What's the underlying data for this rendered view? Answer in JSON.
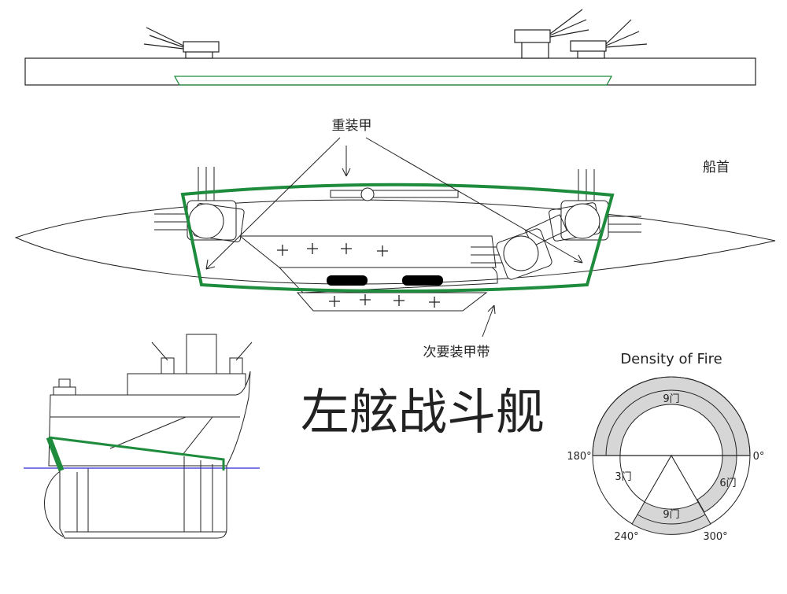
{
  "labels": {
    "heavy_armor": "重装甲",
    "bow": "船首",
    "secondary_belt": "次要装甲带",
    "title": "左舷战斗舰"
  },
  "density": {
    "title": "Density of Fire",
    "angles": {
      "a180": "180°",
      "a0": "0°",
      "a240": "240°",
      "a300": "300°"
    },
    "zones": {
      "upper": "9门",
      "left_inner": "3门",
      "right_inner": "6门",
      "lower": "9门"
    }
  },
  "colors": {
    "armor": "#1e8c3c",
    "waterline": "#2a2ad0",
    "sector_fill": "#d6d6d6",
    "line": "#222222"
  }
}
